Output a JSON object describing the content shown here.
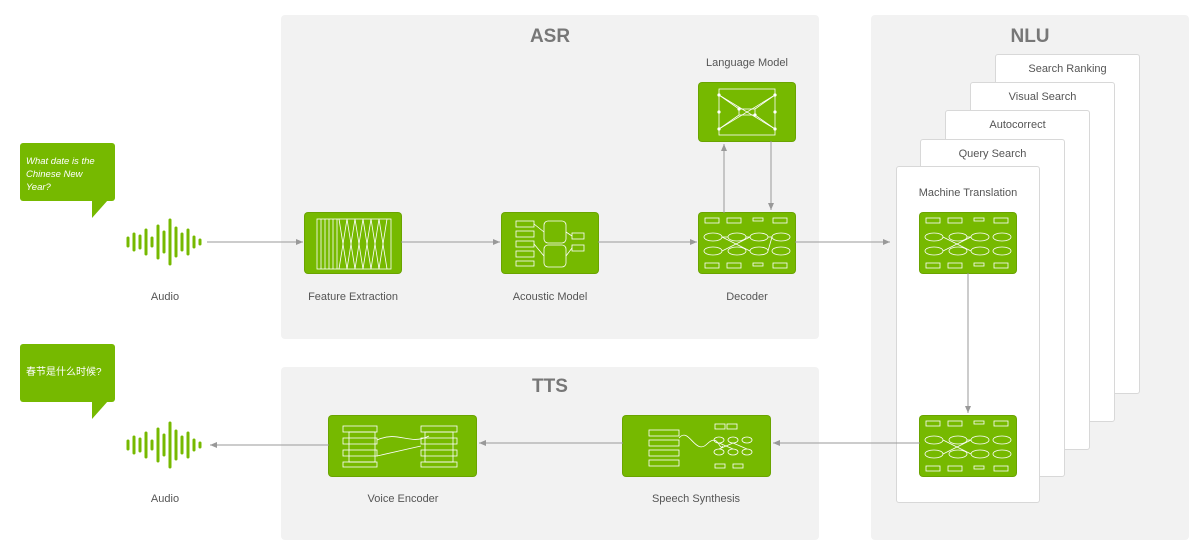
{
  "asr": {
    "title": "ASR"
  },
  "tts": {
    "title": "TTS"
  },
  "nlu": {
    "title": "NLU",
    "cards": [
      "Search Ranking",
      "Visual Search",
      "Autocorrect",
      "Query Search",
      "Machine Translation"
    ]
  },
  "input": {
    "bubble": "What date is the Chinese New Year?",
    "audio_label": "Audio"
  },
  "output": {
    "bubble": "春节是什么时候?",
    "audio_label": "Audio"
  },
  "asr_blocks": {
    "feature_extraction": "Feature Extraction",
    "acoustic_model": "Acoustic Model",
    "decoder": "Decoder",
    "language_model": "Language Model"
  },
  "tts_blocks": {
    "voice_encoder": "Voice Encoder",
    "speech_synthesis": "Speech Synthesis"
  },
  "colors": {
    "accent": "#76b900",
    "panel": "#f2f2f2"
  }
}
